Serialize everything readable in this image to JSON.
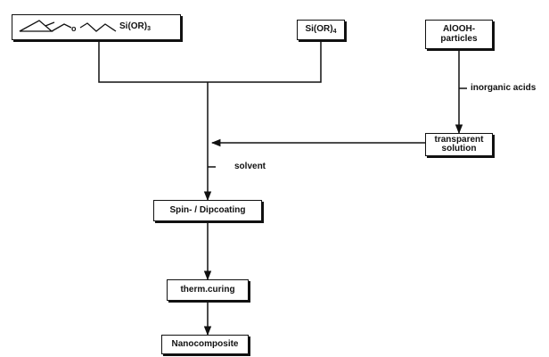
{
  "diagram": {
    "nodes": {
      "epoxysilane": {
        "group": "Si(OR)",
        "subscript": "3",
        "icon": "epoxy-propoxy-chain-structure"
      },
      "tetraalkoxysilane": {
        "group": "Si(OR)",
        "subscript": "4"
      },
      "alooh": {
        "line1": "AlOOH-",
        "line2": "particles"
      },
      "transparent_solution": {
        "line1": "transparent",
        "line2": "solution"
      },
      "coating": {
        "label": "Spin- / Dipcoating"
      },
      "curing": {
        "label": "therm.curing"
      },
      "product": {
        "label": "Nanocomposite"
      }
    },
    "annotations": {
      "acids": "inorganic acids",
      "solvent": "solvent"
    },
    "colors": {
      "line": "#111111",
      "background": "#ffffff"
    }
  }
}
